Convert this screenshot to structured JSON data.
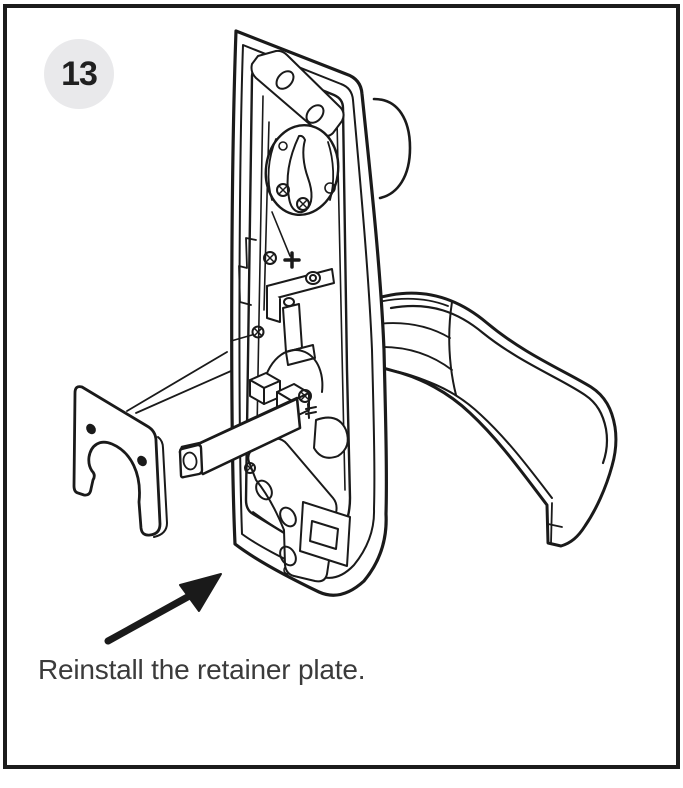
{
  "panel": {
    "type": "instruction-step",
    "border_color": "#1c1c1c",
    "background": "#ffffff"
  },
  "step": {
    "number": "13",
    "badge_background": "#e9e9eb",
    "badge_text_color": "#202020"
  },
  "caption": {
    "text": "Reinstall the retainer plate.",
    "color": "#3b3b3b"
  },
  "illustration": {
    "ink_color": "#1a1a1a",
    "parts": [
      "lock-chassis-rear-view",
      "chassis-internals",
      "lever-handle",
      "drive-spindle",
      "retainer-plate",
      "motion-guide-lines",
      "direction-arrow"
    ]
  }
}
